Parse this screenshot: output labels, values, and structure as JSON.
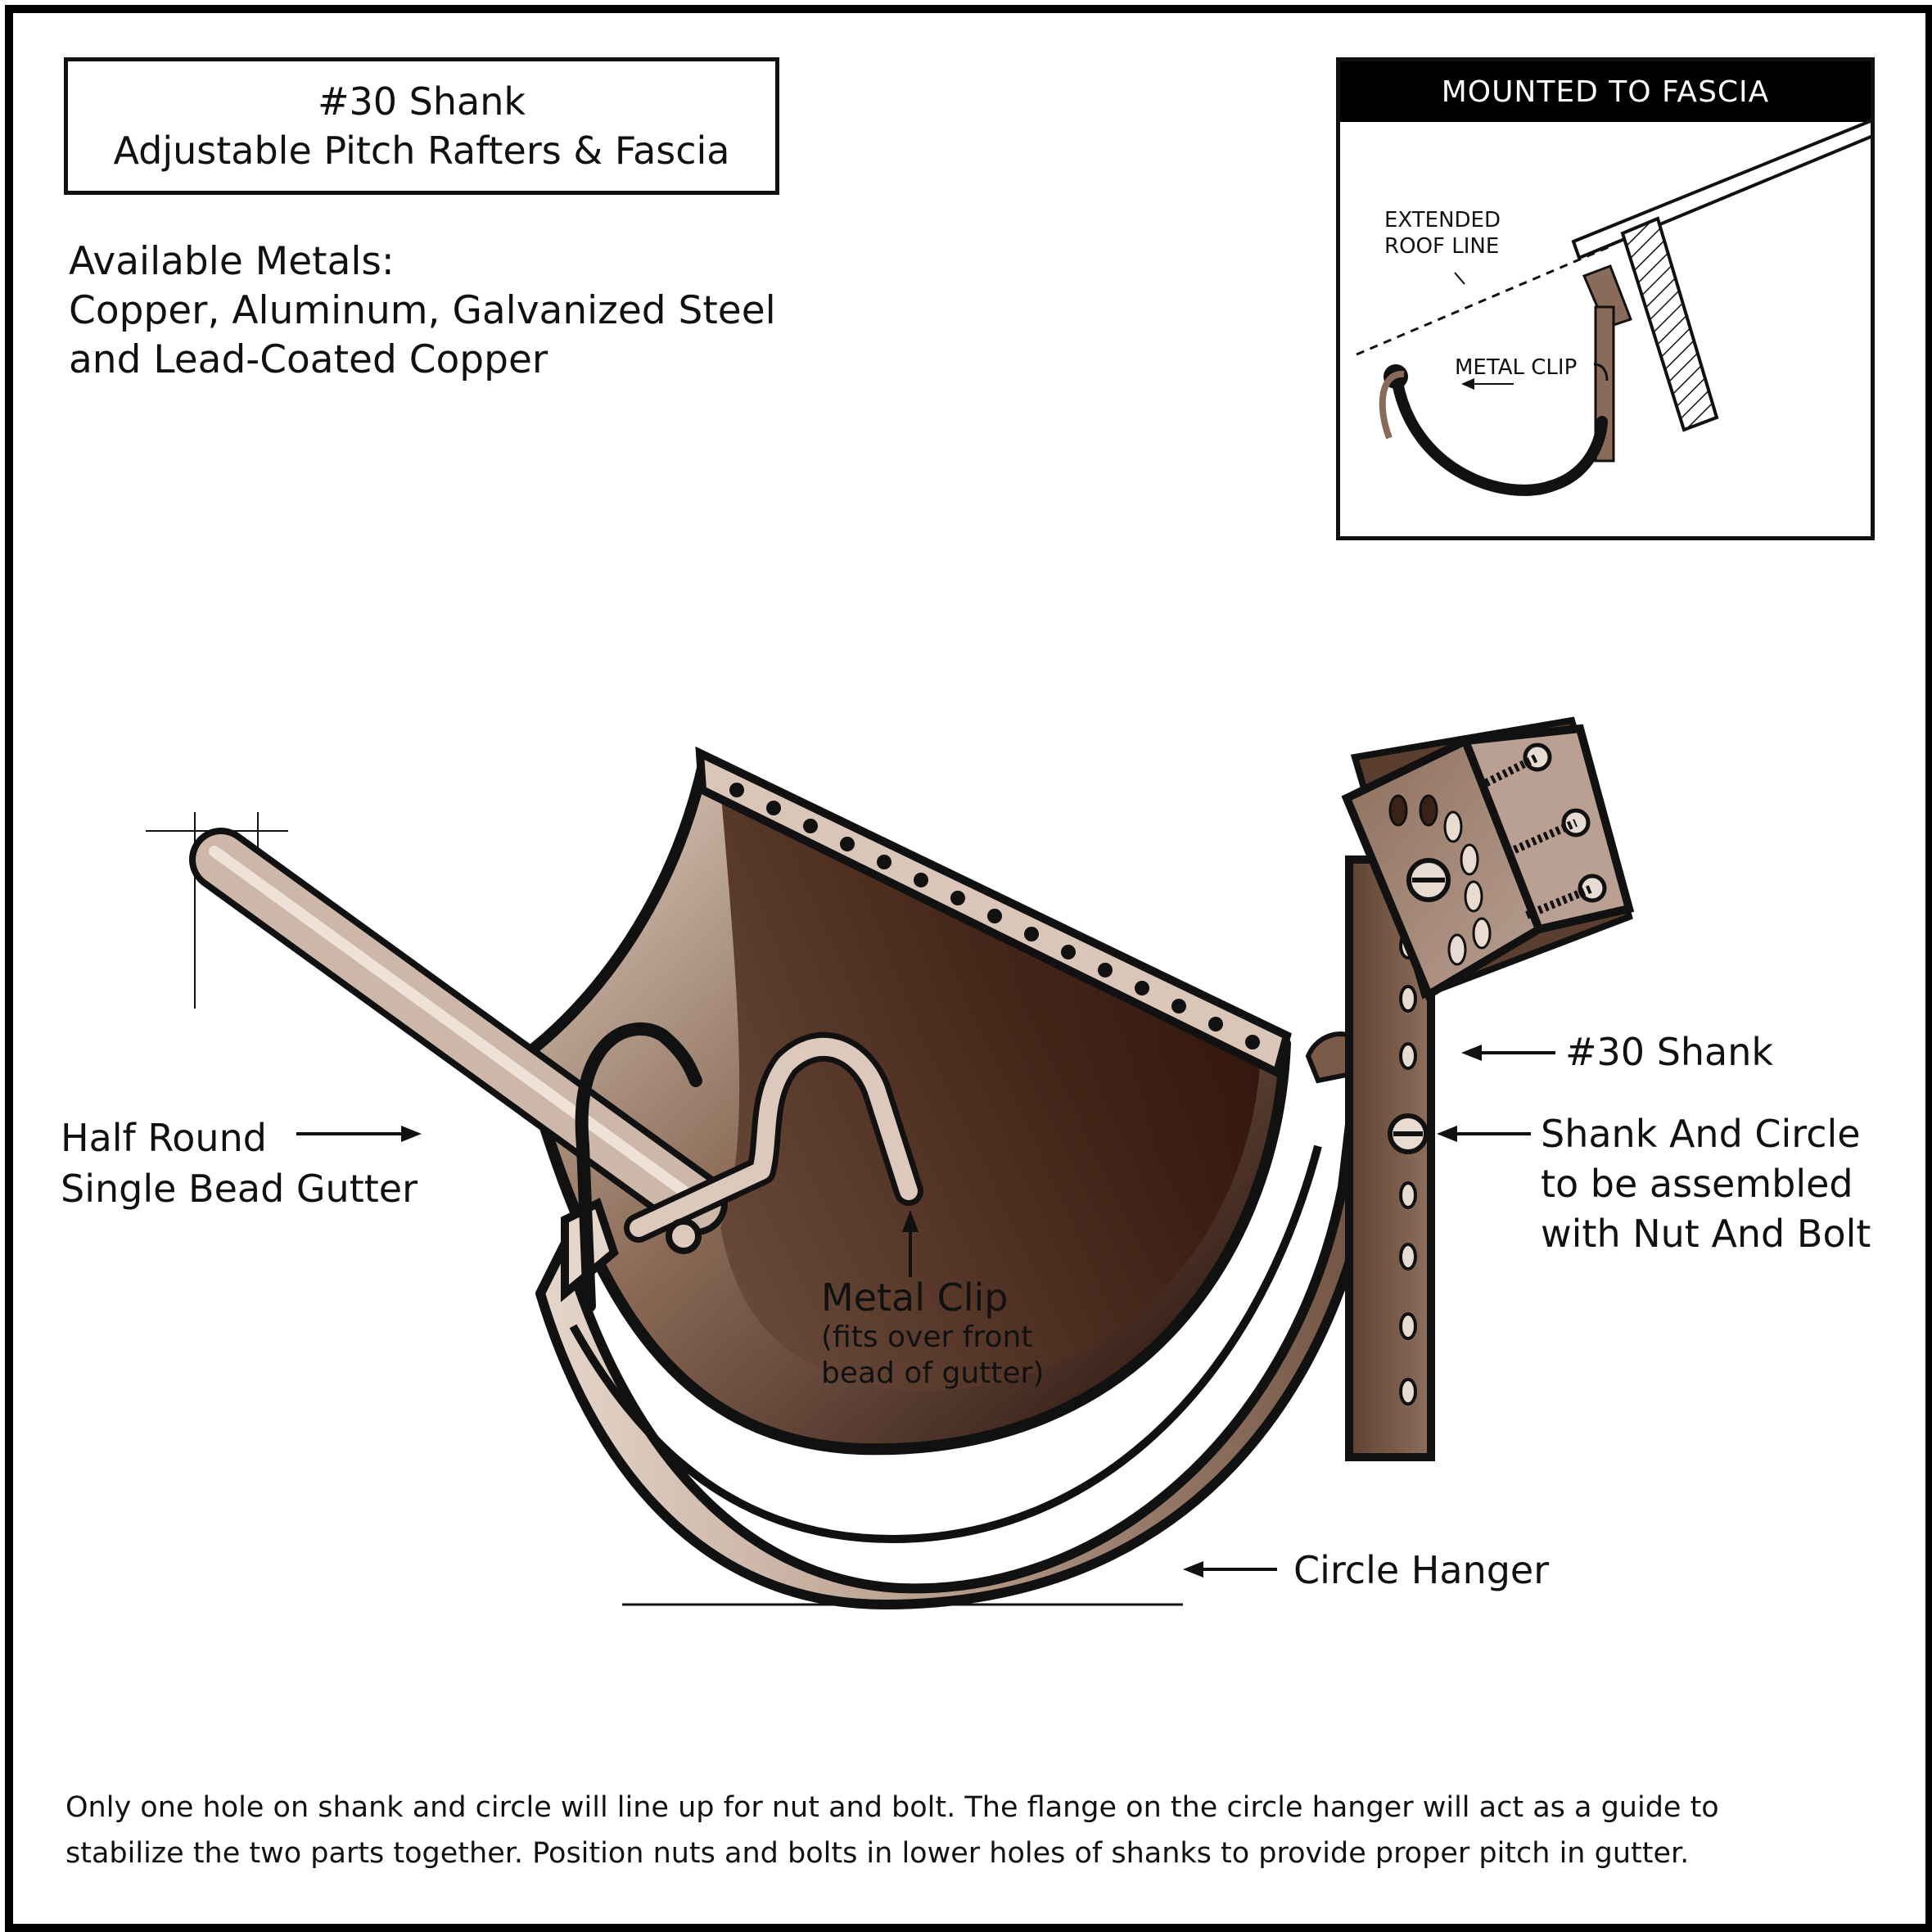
{
  "title": {
    "line1": "#30 Shank",
    "line2": "Adjustable Pitch Rafters & Fascia"
  },
  "metals": {
    "line1": "Available Metals:",
    "line2": "Copper, Aluminum, Galvanized Steel",
    "line3": "and Lead-Coated Copper"
  },
  "inset": {
    "header": "MOUNTED TO FASCIA",
    "roofline_1": "EXTENDED",
    "roofline_2": "ROOF LINE",
    "clip_label": "METAL CLIP"
  },
  "labels": {
    "gutter_1": "Half Round",
    "gutter_2": "Single Bead Gutter",
    "clip": "Metal Clip",
    "clip_note_1": "(fits over front",
    "clip_note_2": "bead of gutter)",
    "shank": "#30 Shank",
    "assembly_1": "Shank And Circle",
    "assembly_2": "to be assembled",
    "assembly_3": "with Nut And Bolt",
    "hanger": "Circle Hanger"
  },
  "footer": {
    "line1": "Only one hole on shank and circle will line up for nut and bolt. The flange on the circle hanger will act as a guide to",
    "line2": "stabilize the two parts together.  Position nuts and bolts in lower holes of shanks to provide proper pitch in gutter."
  },
  "colors": {
    "copper_dark": "#2e1208",
    "copper_mid": "#7a5a48",
    "copper_light": "#d9c6b8",
    "outline": "#111111"
  }
}
